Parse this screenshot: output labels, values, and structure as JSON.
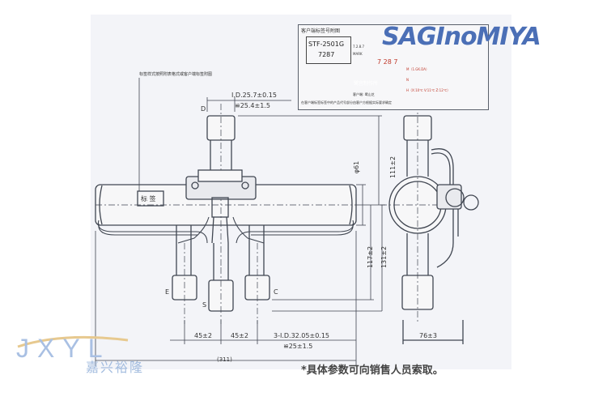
{
  "brand": {
    "name": "SAGInoMIYA",
    "color": "#4b6fb6"
  },
  "dealer": {
    "logo_letters": "JXYL",
    "name_cn": "嘉兴裕隆",
    "color": "#9fb8dc"
  },
  "note": "*具体参数可向销售人员索取。",
  "drawing": {
    "label_box": {
      "header": "客户端标签号附图",
      "model": "STF-2501G",
      "code": "7287",
      "small_a": "7.2.8.7",
      "small_b": "MARK",
      "stamp": "鹭宫制作所",
      "bottom_text": "在客户端标签标签中的产品代号部分由客户方根据实际要求确定",
      "mid_label": "7 28 7",
      "leg_1": "M（1.GK.DA）",
      "leg_2": "N",
      "leg_3": "H（X:10℃  V:11℃  Z:12℃）",
      "side_left": "客户端: 鹭山芝"
    },
    "callout_top_left": "标签样式按照附表格式或客户端标签附图",
    "port_labels": [
      "D",
      "E",
      "S",
      "C"
    ],
    "label_tag": "标 签",
    "dims": {
      "top_pipe_id": "I.D.25.7±0.15",
      "top_pipe_od": "≌25.4±1.5",
      "body_dia": "φ61",
      "h1": "111±2",
      "h2": "117±2",
      "h3": "131±2",
      "spacing1": "45±2",
      "spacing2": "45±2",
      "bottom_pipe_id": "3-I.D.32.05±0.15",
      "bottom_pipe_od": "≌25±1.5",
      "side_width": "76±3",
      "page_no": "(311)"
    }
  }
}
